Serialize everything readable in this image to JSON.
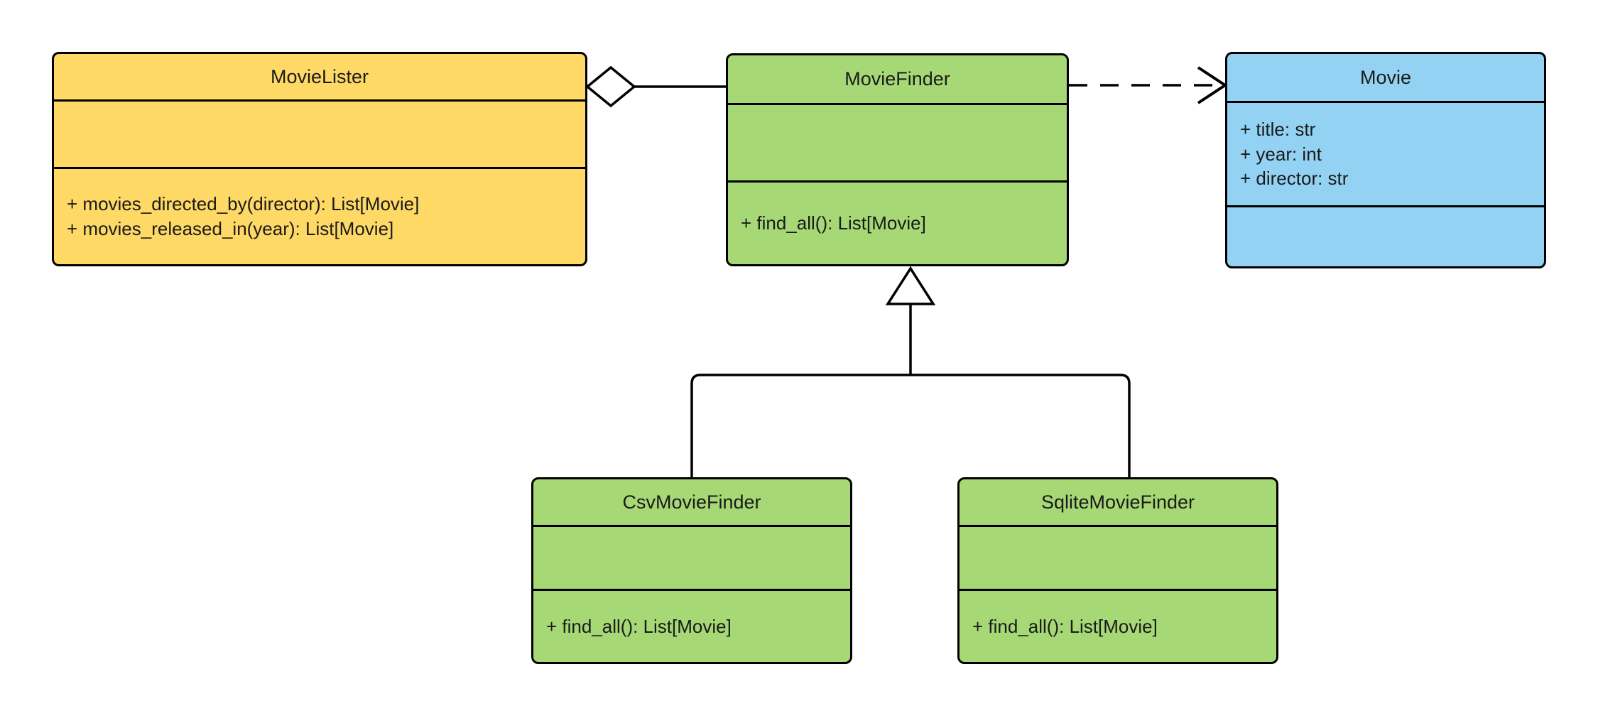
{
  "diagram": {
    "type": "uml-class-diagram",
    "background": "#ffffff",
    "colors": {
      "lister_fill": "#FFD966",
      "finder_fill": "#A6D976",
      "movie_fill": "#94D2F4",
      "stroke": "#000000"
    }
  },
  "classes": {
    "movie_lister": {
      "name": "MovieLister",
      "fill": "#FFD966",
      "attributes": [],
      "methods": [
        "+ movies_directed_by(director): List[Movie]",
        "+ movies_released_in(year): List[Movie]"
      ]
    },
    "movie_finder": {
      "name": "MovieFinder",
      "fill": "#A6D976",
      "attributes": [],
      "methods": [
        "+ find_all(): List[Movie]"
      ]
    },
    "movie": {
      "name": "Movie",
      "fill": "#94D2F4",
      "attributes": [
        "+ title: str",
        "+ year: int",
        "+ director: str"
      ],
      "methods": []
    },
    "csv_movie_finder": {
      "name": "CsvMovieFinder",
      "fill": "#A6D976",
      "attributes": [],
      "methods": [
        "+ find_all(): List[Movie]"
      ]
    },
    "sqlite_movie_finder": {
      "name": "SqliteMovieFinder",
      "fill": "#A6D976",
      "attributes": [],
      "methods": [
        "+ find_all(): List[Movie]"
      ]
    }
  },
  "relationships": [
    {
      "name": "aggregation-lister-finder",
      "kind": "aggregation",
      "source": "MovieLister",
      "target": "MovieFinder",
      "line": "solid",
      "source_marker": "hollow-diamond",
      "target_marker": "none"
    },
    {
      "name": "dependency-finder-movie",
      "kind": "dependency",
      "source": "MovieFinder",
      "target": "Movie",
      "line": "dashed",
      "source_marker": "none",
      "target_marker": "open-arrow"
    },
    {
      "name": "generalization-csv-finder",
      "kind": "generalization",
      "source": "CsvMovieFinder",
      "target": "MovieFinder",
      "line": "solid",
      "source_marker": "none",
      "target_marker": "hollow-triangle"
    },
    {
      "name": "generalization-sqlite-finder",
      "kind": "generalization",
      "source": "SqliteMovieFinder",
      "target": "MovieFinder",
      "line": "solid",
      "source_marker": "none",
      "target_marker": "hollow-triangle"
    }
  ]
}
